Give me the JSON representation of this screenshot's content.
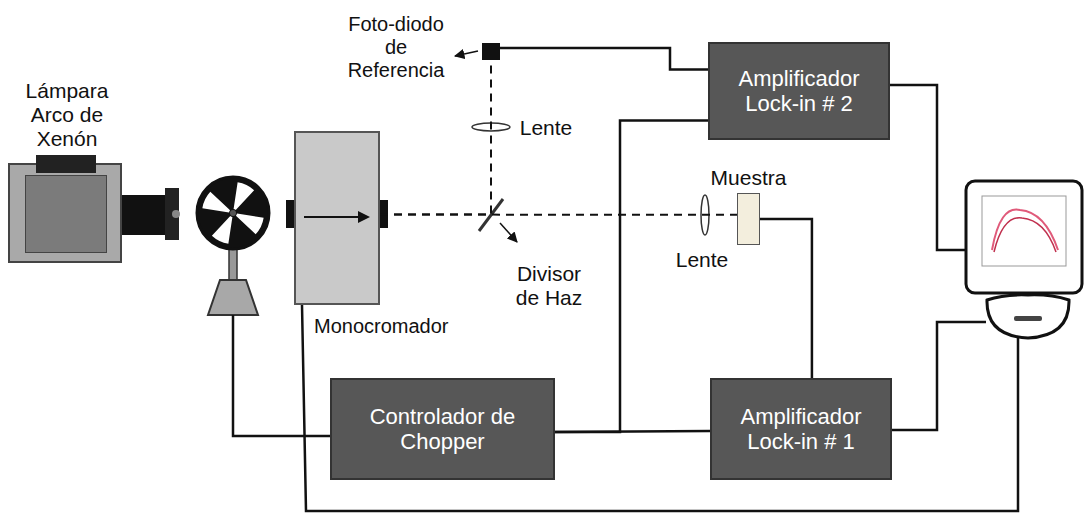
{
  "diagram": {
    "nodes": [
      {
        "text": [
          "Lámpara Arco de Xenón"
        ]
      },
      {
        "text": [
          "Monocromador"
        ]
      },
      {
        "text": [
          "Foto-diodo de Referencia"
        ]
      },
      {
        "text": [
          "Amplificador Lock-in # 2"
        ]
      },
      {
        "text": [
          "Muestra"
        ]
      },
      {
        "text": [
          "Controlador de Chopper"
        ]
      },
      {
        "text": [
          "Amplificador Lock-in # 1"
        ]
      }
    ],
    "edges": [
      {
        "from": 2,
        "to": 3,
        "arrow": "none"
      },
      {
        "from": 4,
        "to": 6,
        "arrow": "none"
      },
      {
        "from": 5,
        "to": 6,
        "arrow": "none"
      },
      {
        "from": 5,
        "to": 3,
        "arrow": "none"
      },
      {
        "from": 1,
        "to": 4,
        "arrow": "none"
      },
      {
        "from": 1,
        "to": 2,
        "arrow": "none"
      }
    ],
    "labels": [
      "Lente",
      "Lente",
      "Divisor de Haz"
    ]
  }
}
